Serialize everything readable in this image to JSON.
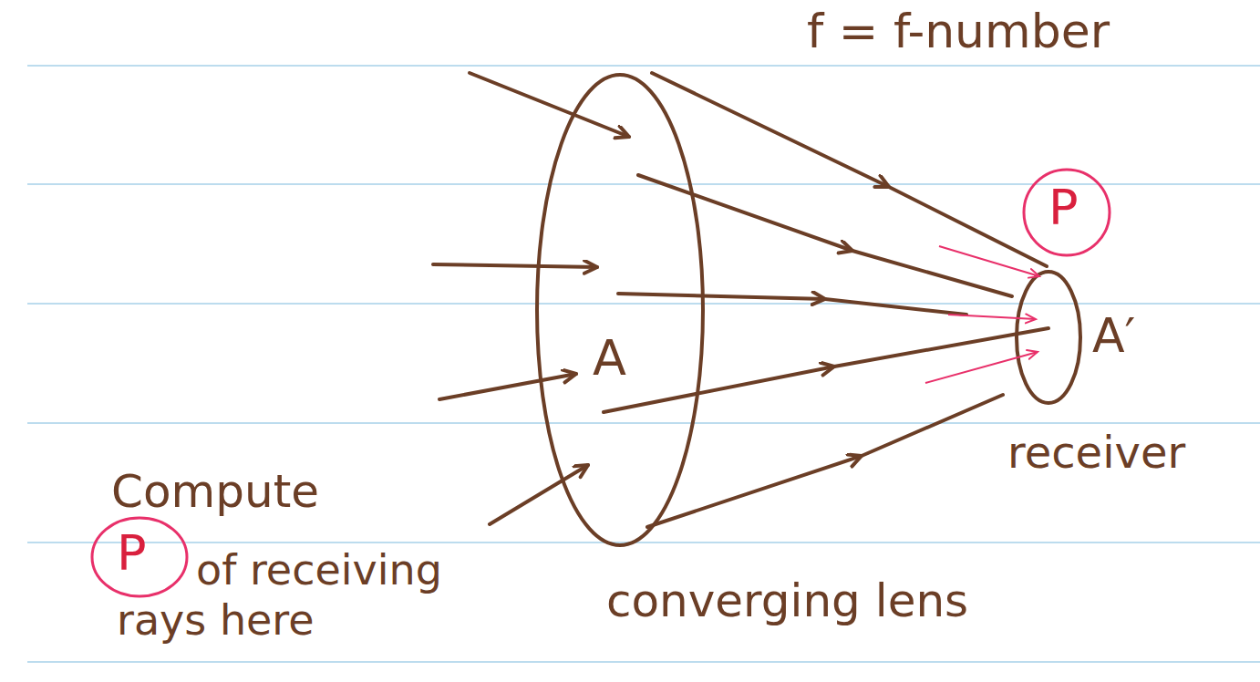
{
  "diagram": {
    "nodes": [
      {
        "text": [
          "A"
        ]
      },
      {
        "text": [
          "P"
        ]
      },
      {
        "text": [
          "P"
        ]
      }
    ],
    "labels": [
      "f = f-number",
      "A′",
      "receiver",
      "Compute",
      "of receiving rays here",
      "converging lens"
    ]
  }
}
